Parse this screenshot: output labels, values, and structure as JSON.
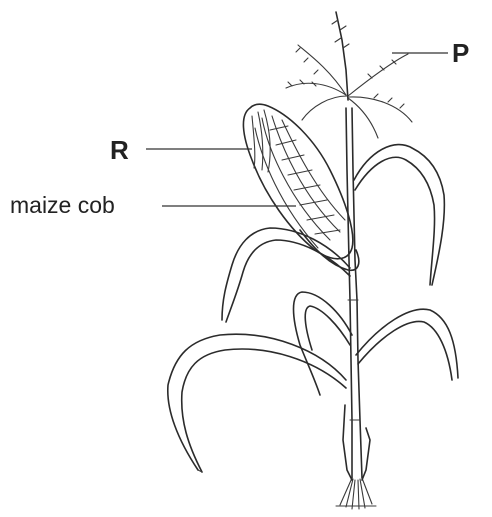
{
  "labels": {
    "p": "P",
    "r": "R",
    "cob": "maize cob"
  }
}
